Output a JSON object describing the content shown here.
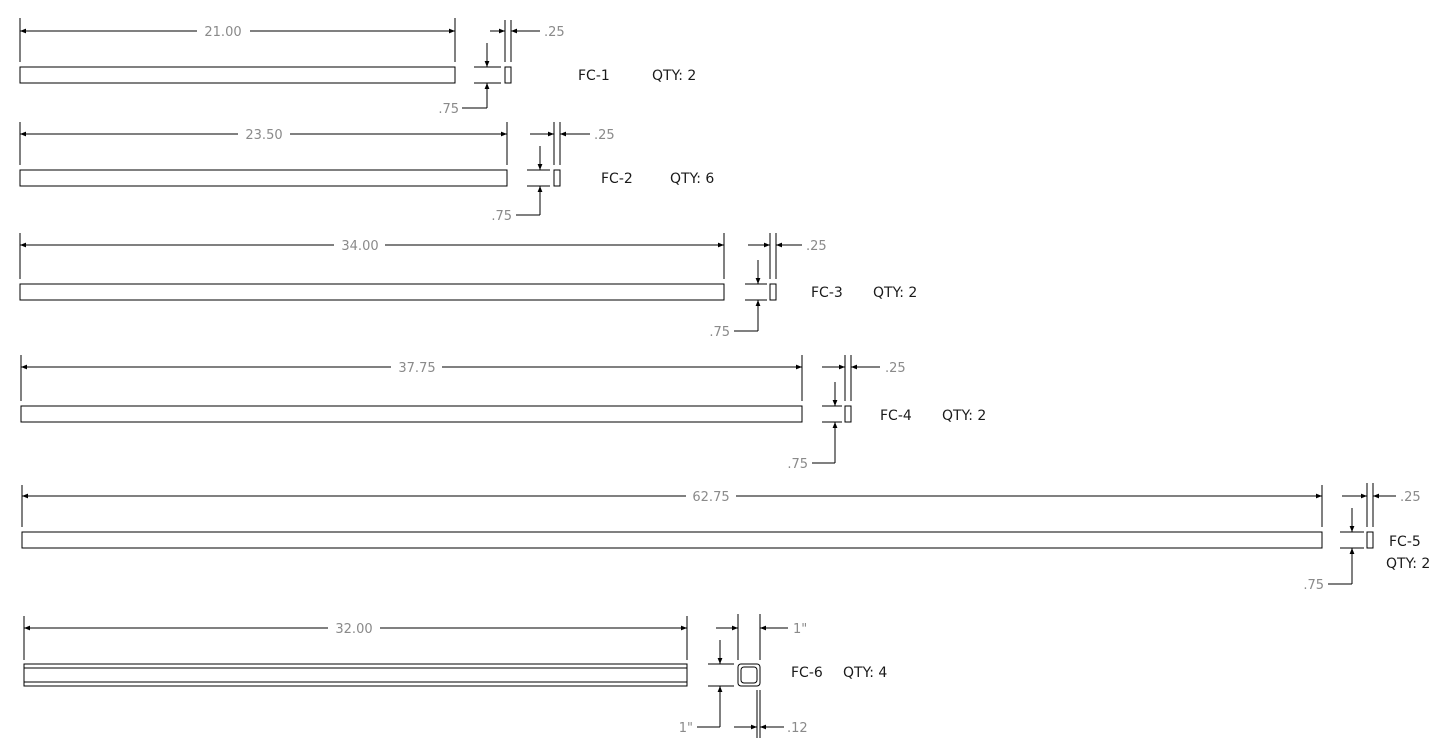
{
  "parts": [
    {
      "id": "FC-1",
      "qty_label": "QTY: 2",
      "length": "21.00",
      "thickness": ".25",
      "width": ".75"
    },
    {
      "id": "FC-2",
      "qty_label": "QTY: 6",
      "length": "23.50",
      "thickness": ".25",
      "width": ".75"
    },
    {
      "id": "FC-3",
      "qty_label": "QTY: 2",
      "length": "34.00",
      "thickness": ".25",
      "width": ".75"
    },
    {
      "id": "FC-4",
      "qty_label": "QTY: 2",
      "length": "37.75",
      "thickness": ".25",
      "width": ".75"
    },
    {
      "id": "FC-5",
      "qty_label": "QTY: 2",
      "length": "62.75",
      "thickness": ".25",
      "width": ".75"
    },
    {
      "id": "FC-6",
      "qty_label": "QTY: 4",
      "length": "32.00",
      "tube_width": "1\"",
      "tube_height": "1\"",
      "wall": ".12"
    }
  ]
}
